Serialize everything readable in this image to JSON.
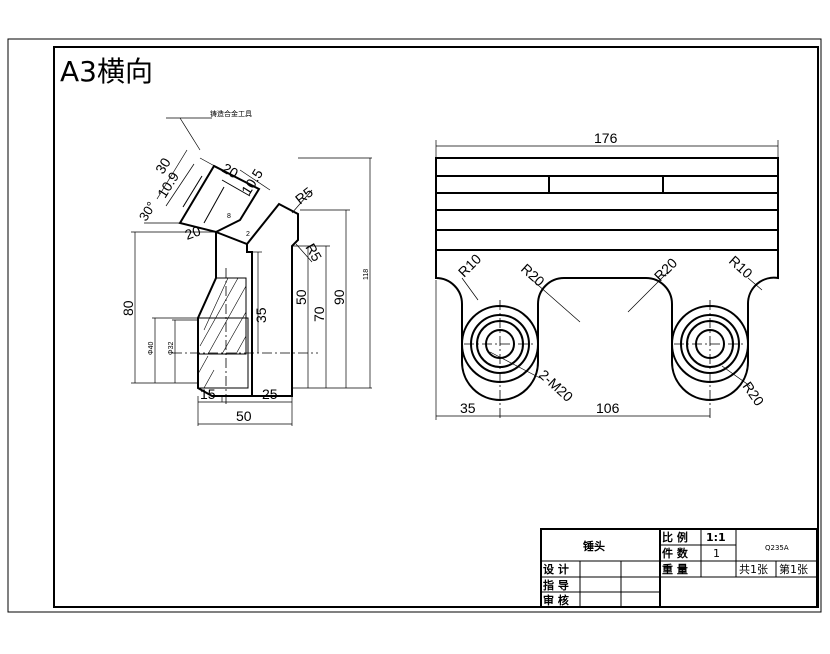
{
  "sheet": {
    "format_label": "A3横向"
  },
  "left_view": {
    "callout": "铸造合金工具",
    "dims": {
      "d30": "30",
      "d10_9": "10.9",
      "d20_top": "20",
      "d10_5": "10.5",
      "angle30": "30°",
      "d20_low": "20",
      "d8": "8",
      "d2": "2",
      "r5_top": "R5",
      "r5_low": "R5",
      "d80": "80",
      "d35": "35",
      "d50_v": "50",
      "d70": "70",
      "d90": "90",
      "d118": "118",
      "d40": "Φ40",
      "d32": "Φ32",
      "d15": "15",
      "d25": "25",
      "d50_h": "50"
    }
  },
  "right_view": {
    "dims": {
      "d176": "176",
      "r10_left": "R10",
      "r20_left": "R20",
      "r20_right": "R20",
      "r10_right": "R10",
      "m20": "2-M20",
      "d35": "35",
      "d106": "106",
      "r20_hole": "R20"
    }
  },
  "title_block": {
    "part_name": "锤头",
    "scale_label": "比 例",
    "scale_value": "1:1",
    "qty_label": "件 数",
    "qty_value": "1",
    "weight_label": "重 量",
    "material": "Q235A",
    "sheet_total": "共1张",
    "sheet_no": "第1张",
    "design_label": "设 计",
    "guide_label": "指 导",
    "review_label": "审 核"
  }
}
